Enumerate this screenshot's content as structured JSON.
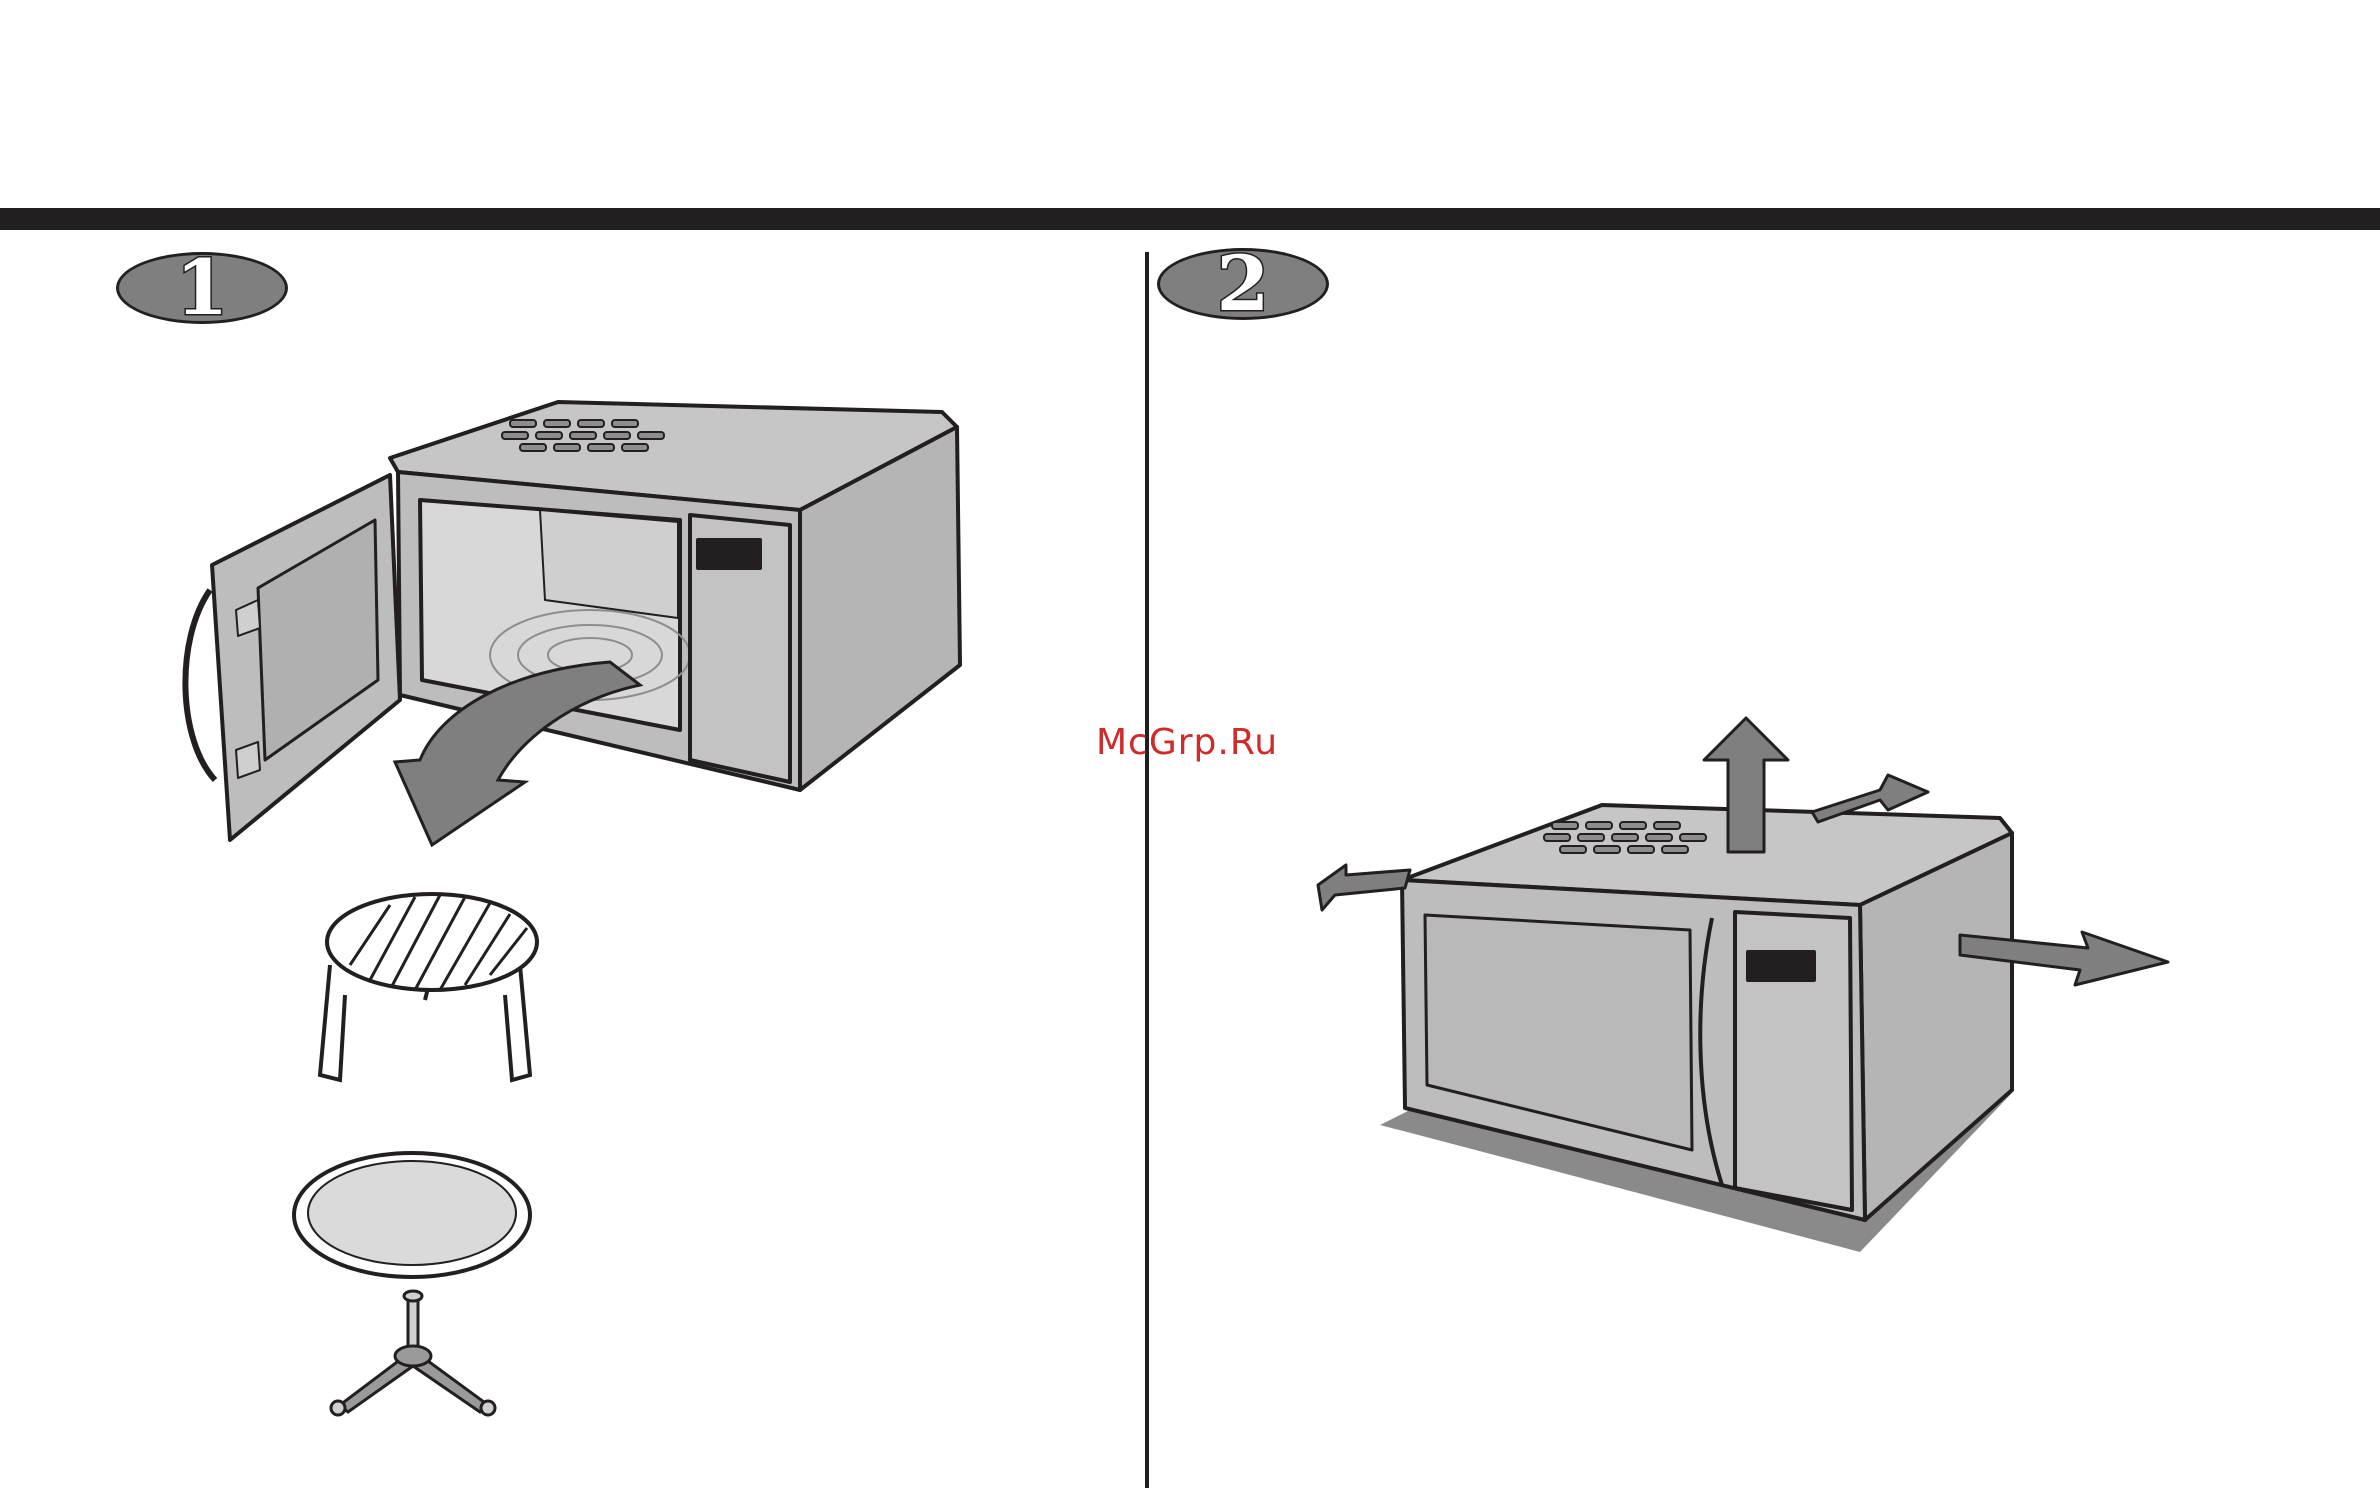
{
  "steps": [
    {
      "number": "1"
    },
    {
      "number": "2"
    }
  ],
  "watermark": "McGrp.Ru",
  "colors": {
    "ink": "#231f20",
    "body_gray": "#bdbdbd",
    "arrow_gray": "#7f7f7f",
    "shadow_gray": "#8a8a8a",
    "watermark_red": "#cf2b2b"
  },
  "illustrations": {
    "step1": [
      "microwave-open-door",
      "remove-arrow",
      "grill-rack",
      "glass-tray",
      "roller-support"
    ],
    "step2": [
      "microwave-closed",
      "clearance-arrows",
      "floor-shadow"
    ]
  }
}
